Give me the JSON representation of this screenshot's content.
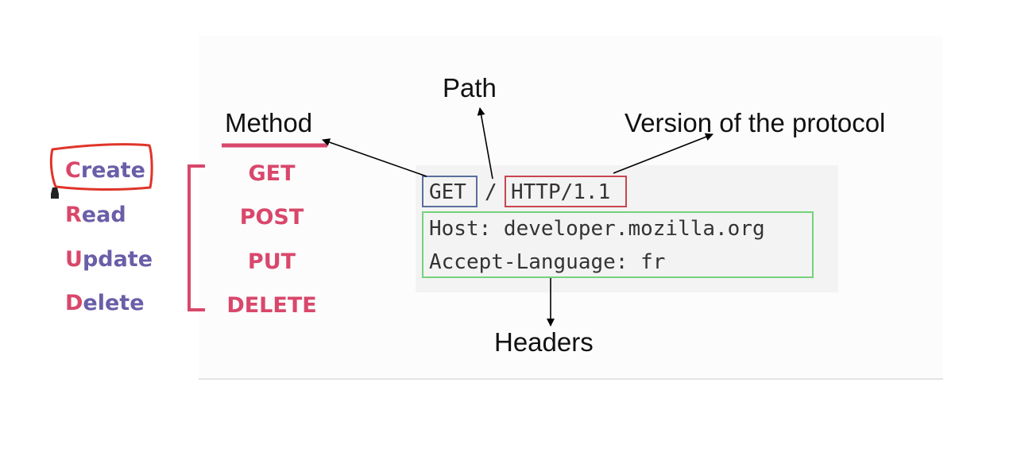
{
  "crud": {
    "create": {
      "first": "C",
      "rest": "reate"
    },
    "read": {
      "first": "R",
      "rest": "ead"
    },
    "update": {
      "first": "U",
      "rest": "pdate"
    },
    "delete": {
      "first": "D",
      "rest": "elete"
    }
  },
  "methods": [
    "GET",
    "POST",
    "PUT",
    "DELETE"
  ],
  "labels": {
    "method": "Method",
    "path": "Path",
    "version": "Version of the protocol",
    "headers": "Headers"
  },
  "request": {
    "method": "GET",
    "path": "/",
    "version": "HTTP/1.1",
    "header_host": "Host: developer.mozilla.org",
    "header_lang": "Accept-Language: fr"
  },
  "colors": {
    "crud_first": "#d9476b",
    "crud_rest": "#6a5ea8",
    "verb": "#d9476b",
    "bracket": "#d9476b",
    "method_box": "#5a6f9c",
    "version_box": "#c9454f",
    "headers_box": "#74d27a",
    "create_circle": "#e0342a"
  }
}
